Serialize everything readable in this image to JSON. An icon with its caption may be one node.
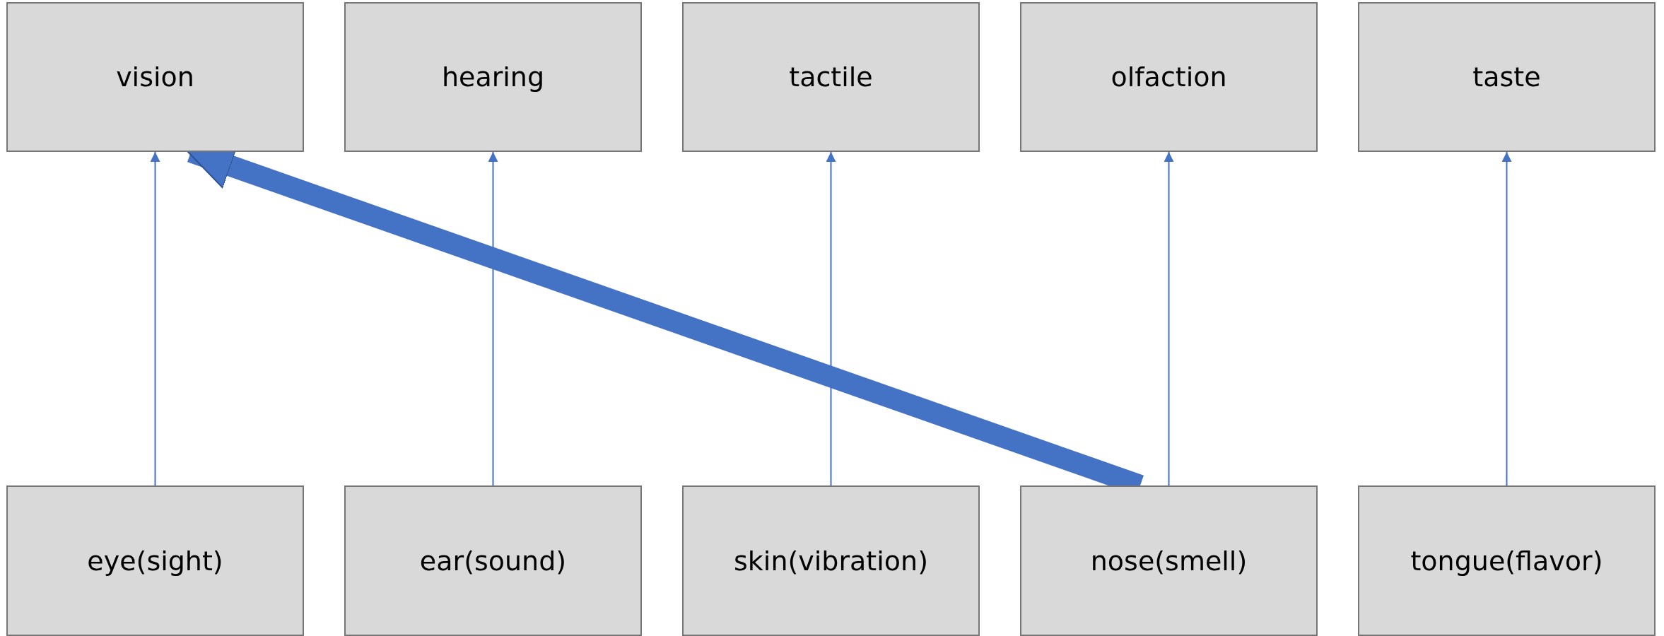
{
  "diagram": {
    "nodes": [
      {
        "text": [
          "vision"
        ]
      },
      {
        "text": [
          "hearing"
        ]
      },
      {
        "text": [
          "tactile"
        ]
      },
      {
        "text": [
          "olfaction"
        ]
      },
      {
        "text": [
          "taste"
        ]
      },
      {
        "text": [
          "eye(sight)"
        ]
      },
      {
        "text": [
          "ear(sound)"
        ]
      },
      {
        "text": [
          "skin(vibration)"
        ]
      },
      {
        "text": [
          "nose(smell)"
        ]
      },
      {
        "text": [
          "tongue(flavor)"
        ]
      }
    ],
    "edges": [
      {
        "from": 5,
        "to": 0,
        "arrow": "to"
      },
      {
        "from": 6,
        "to": 1,
        "arrow": "to"
      },
      {
        "from": 7,
        "to": 2,
        "arrow": "to"
      },
      {
        "from": 8,
        "to": 3,
        "arrow": "to"
      },
      {
        "from": 9,
        "to": 4,
        "arrow": "to"
      },
      {
        "from": 8,
        "to": 0,
        "arrow": "to",
        "style": "thick"
      }
    ]
  }
}
